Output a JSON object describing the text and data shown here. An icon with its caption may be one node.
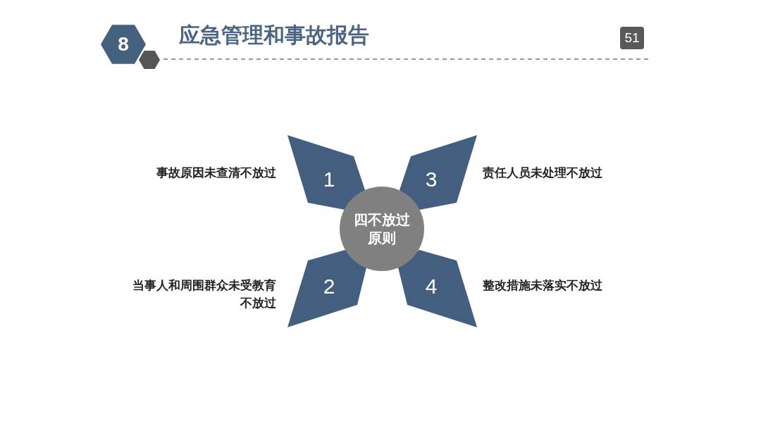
{
  "diagram": {
    "title": "应急管理和事故报告",
    "nodes": [
      {
        "text": [
          "8"
        ]
      },
      {
        "text": [
          "四不放过原则"
        ]
      },
      {
        "text": [
          "1"
        ],
        "beside": [
          "事故原因未查清不放过"
        ]
      },
      {
        "text": [
          "2"
        ],
        "beside": [
          "当事人和周围群众未受教育不放过"
        ]
      },
      {
        "text": [
          "3"
        ],
        "beside": [
          "责任人员未处理不放过"
        ]
      },
      {
        "text": [
          "4"
        ],
        "beside": [
          "整改措施未落实不放过"
        ]
      }
    ],
    "labels": [
      "51"
    ]
  }
}
